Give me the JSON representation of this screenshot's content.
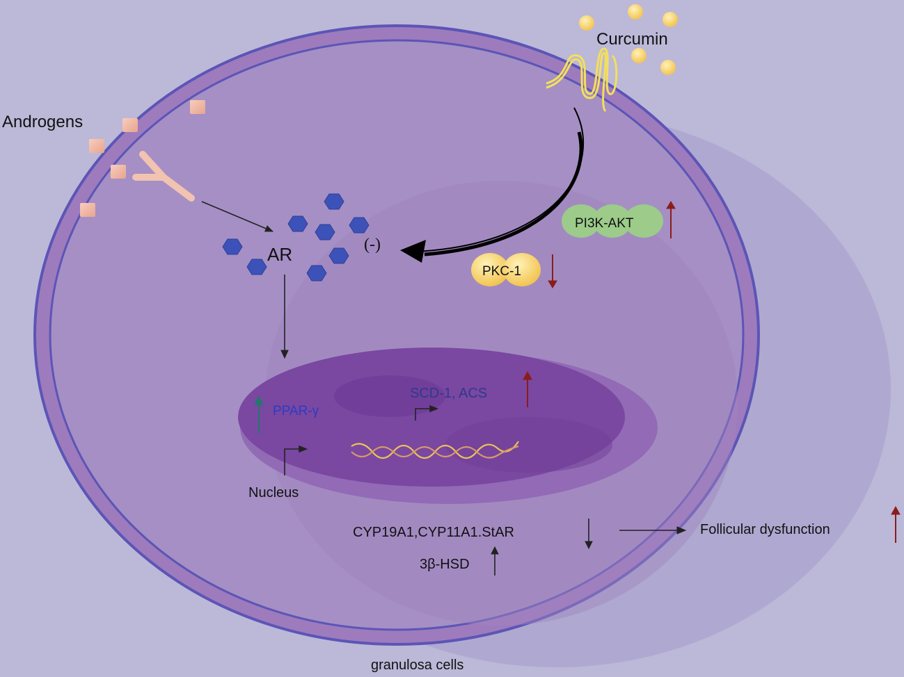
{
  "labels": {
    "curcumin": "Curcumin",
    "androgens": "Androgens",
    "ar": "AR",
    "inhibit": "(-)",
    "pi3k": "PI3K-AKT",
    "pkc": "PKC-1",
    "scd": "SCD-1, ACS",
    "ppar": "PPAR-γ",
    "nucleus": "Nucleus",
    "cyp": "CYP19A1,CYP11A1.StAR",
    "hsd": "3β-HSD",
    "follicular": "Follicular dysfunction",
    "cell": "granulosa cells"
  },
  "colors": {
    "background": "#bcb8d8",
    "cytoplasm": "#a58fc4",
    "membrane": "#7b54a6",
    "membrane_edge": "#5b55b6",
    "nucleus": "#7a47a1",
    "hexagon": "#3c52b8",
    "androgen": "#efb9a7",
    "curcumin": "#f7d36b",
    "pi3k": "#9ccb8a",
    "pkc": "#f9d37c",
    "up_arrow_red": "#8a1c1c",
    "up_arrow_teal": "#1f7a6b",
    "ppar_text": "#2b3cc4",
    "scd_text": "#2e3a8c"
  }
}
